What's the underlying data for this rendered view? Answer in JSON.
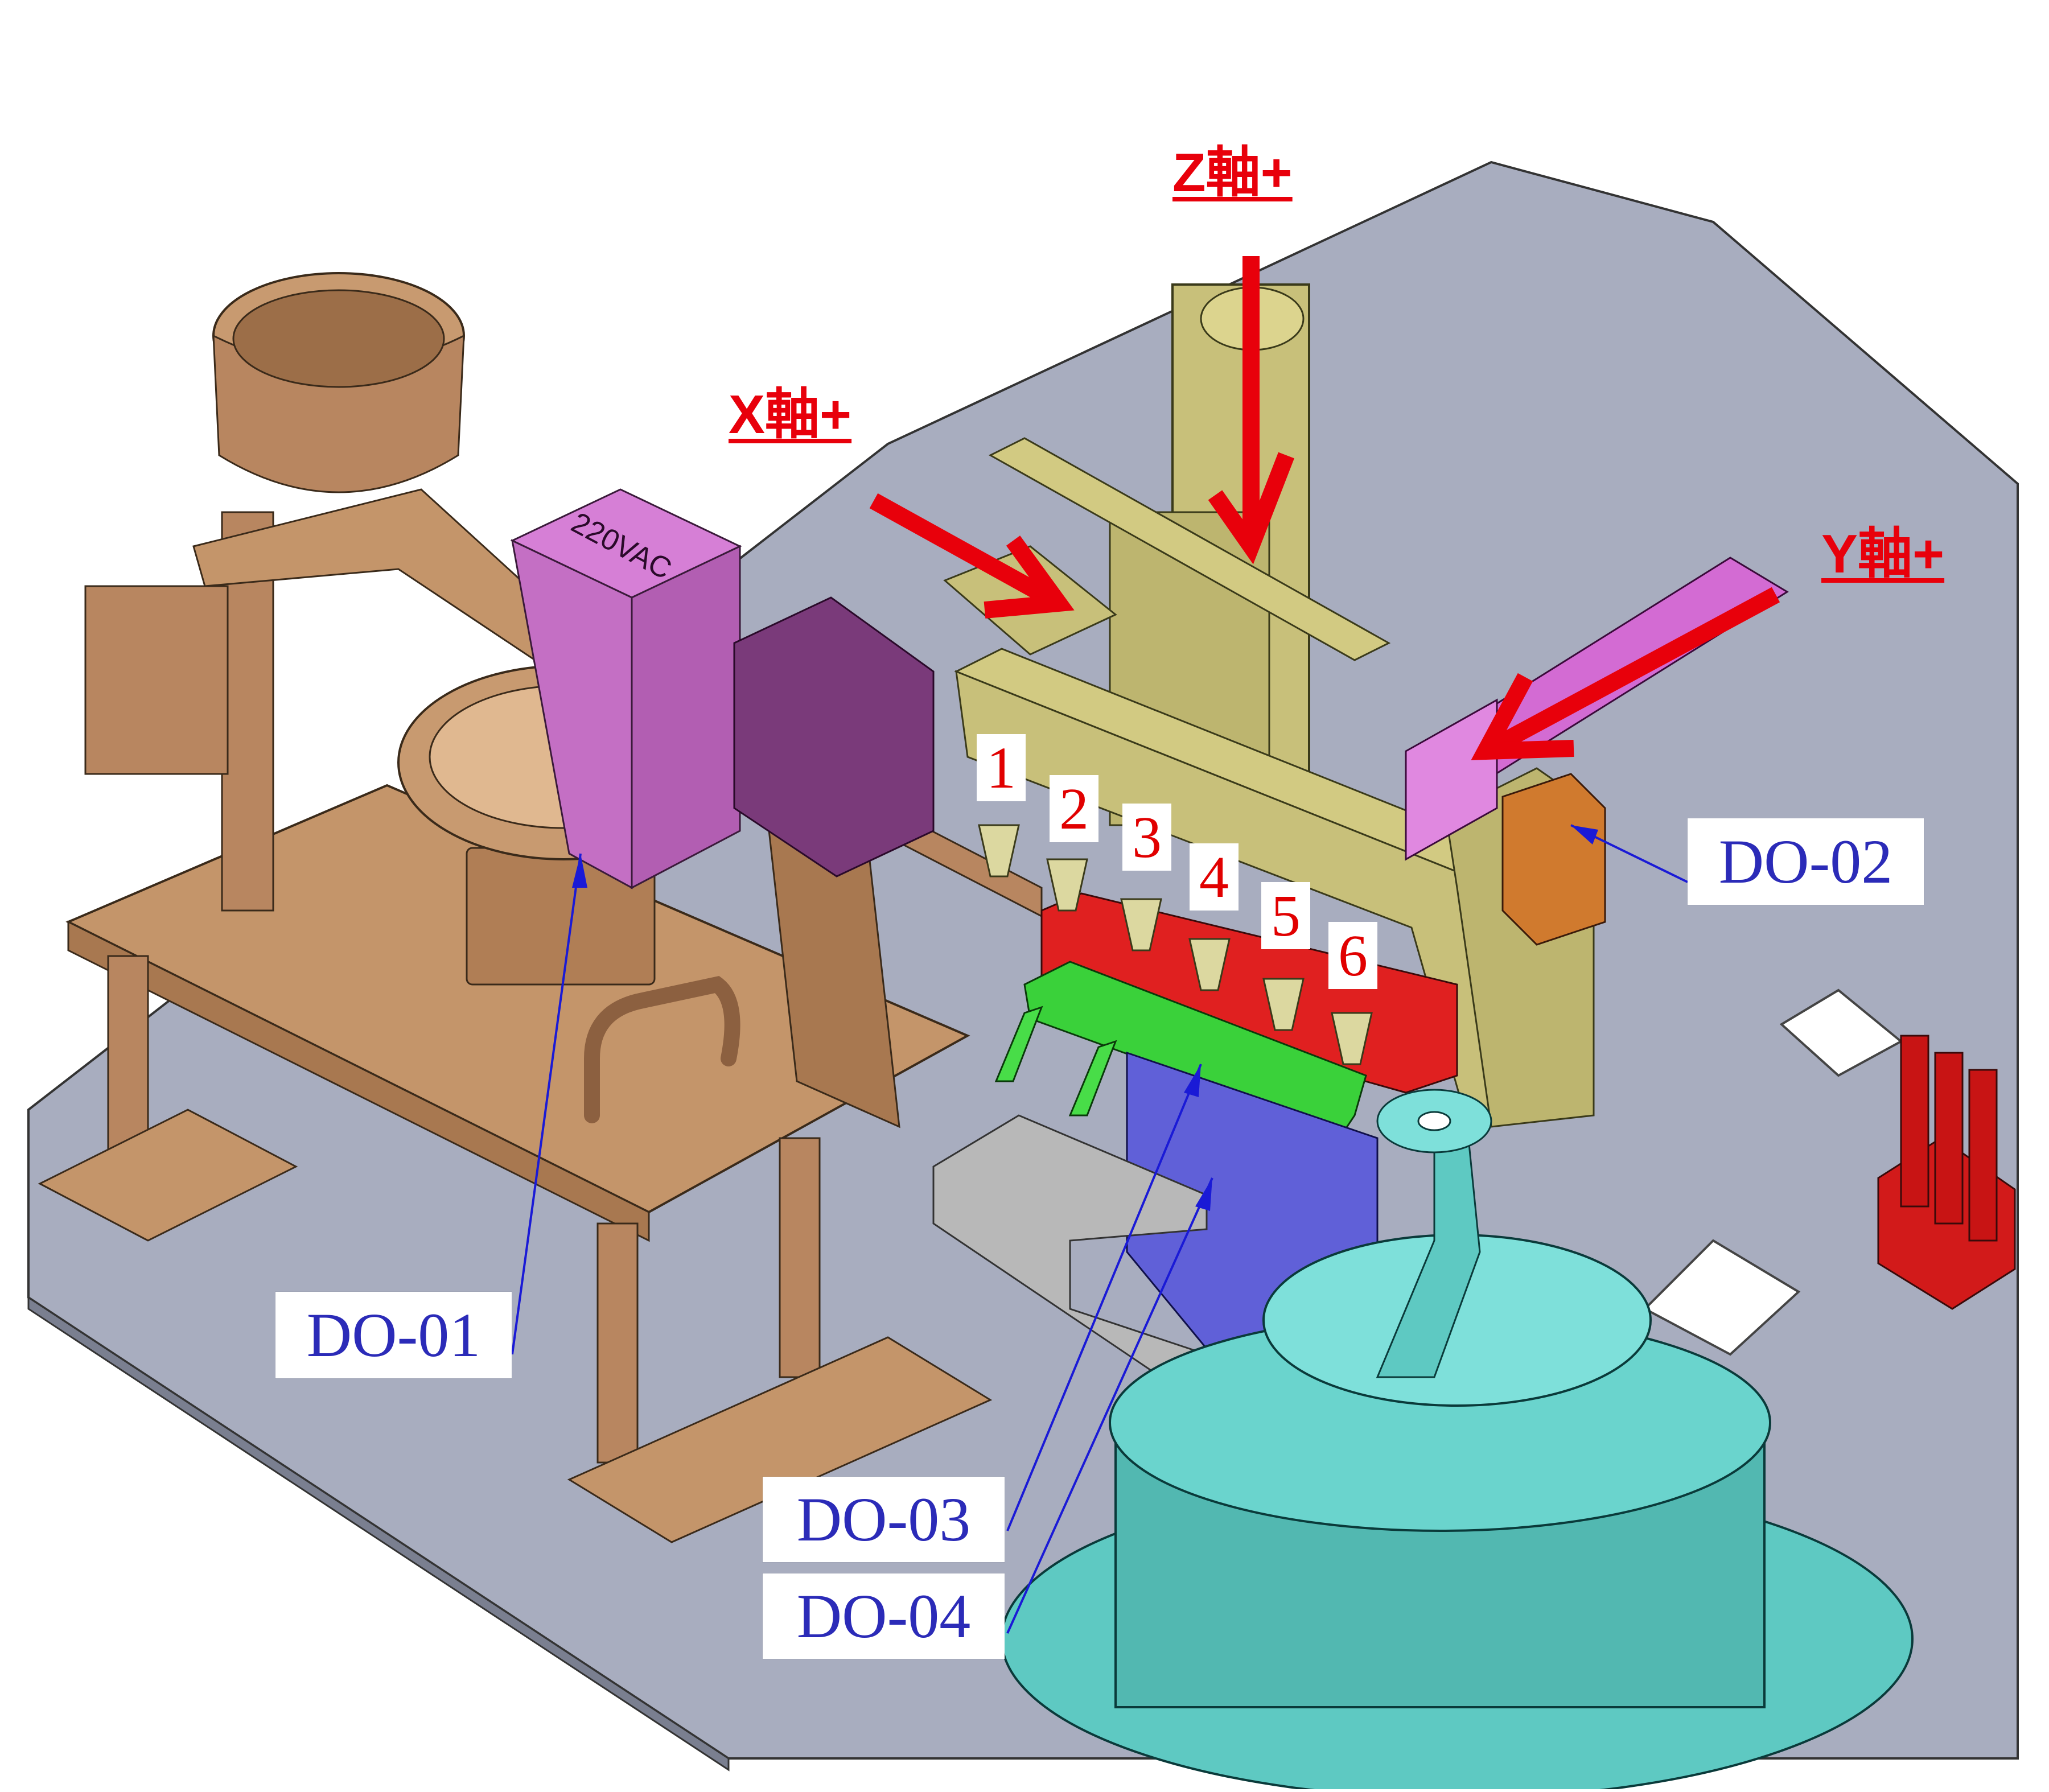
{
  "axes": {
    "x": {
      "label": "X軸+"
    },
    "y": {
      "label": "Y軸+"
    },
    "z": {
      "label": "Z軸+"
    }
  },
  "stations": [
    "1",
    "2",
    "3",
    "4",
    "5",
    "6"
  ],
  "callouts": {
    "do01": "DO-01",
    "do02": "DO-02",
    "do03": "DO-03",
    "do04": "DO-04"
  },
  "components": {
    "power_box_label": "220VAC"
  },
  "colors": {
    "base_plate": "#a8adbf",
    "feeder": "#c4956a",
    "power_box": "#c46fc4",
    "gantry": "#c8c07a",
    "actuator": "#d36bd3",
    "valve": "#d07a2e",
    "red_rail": "#e02020",
    "green_bracket": "#3ad13a",
    "fixture_block": "#6060d8",
    "rotary_table": "#5ec9c2",
    "axis_arrow": "#e8000b",
    "callout_text": "#2b2bb8",
    "leader_line": "#1a1ad6"
  }
}
